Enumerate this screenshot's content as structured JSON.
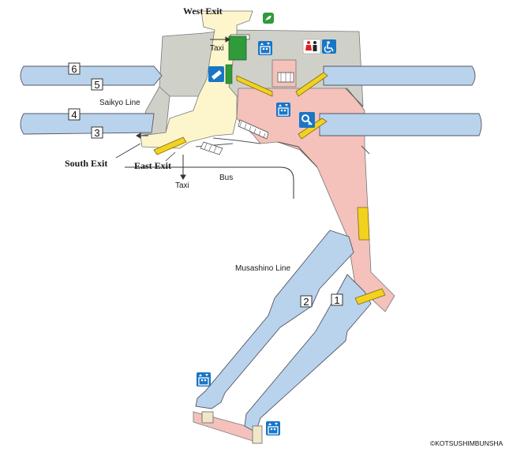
{
  "labels": {
    "west_exit": "West Exit",
    "south_exit": "South Exit",
    "east_exit": "East Exit",
    "taxi_top": "Taxi",
    "taxi_bottom": "Taxi",
    "bus": "Bus",
    "saikyo_line": "Saikyo Line",
    "musashino_line": "Musashino Line",
    "copyright": "©KOTSUSHIMBUNSHA"
  },
  "platforms": {
    "p6": "6",
    "p5": "5",
    "p4": "4",
    "p3": "3",
    "p2": "2",
    "p1": "1"
  },
  "icons": [
    "green-window-icon",
    "elevator-icon",
    "toilet-icon",
    "accessible-toilet-icon",
    "ticket-machine-icon",
    "coin-locker-icon"
  ],
  "colors": {
    "platform_blue": "#b9d3ec",
    "concourse_gray": "#cfd1c9",
    "concourse_yellow": "#fdf6cc",
    "concourse_pink": "#f4c1bb",
    "escalator_yellow": "#f2d21f",
    "ticket_green": "#2f9b3a",
    "icon_blue": "#1976c6"
  }
}
